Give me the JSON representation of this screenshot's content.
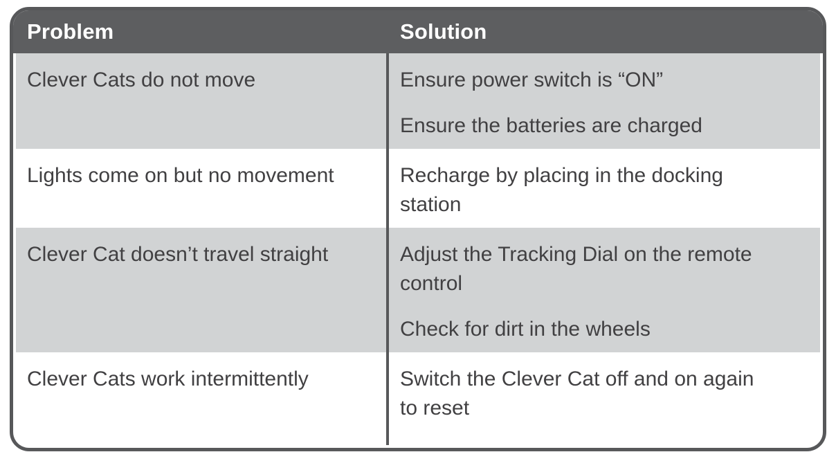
{
  "table": {
    "header": {
      "problem_label": "Problem",
      "solution_label": "Solution"
    },
    "rows": [
      {
        "problem": "Clever Cats do not move",
        "solutions": [
          "Ensure power switch is “ON”",
          "Ensure the batteries are charged"
        ]
      },
      {
        "problem": "Lights come on but no movement",
        "solutions": [
          "Recharge by placing in the docking station"
        ]
      },
      {
        "problem": "Clever Cat doesn’t travel straight",
        "solutions": [
          "Adjust the Tracking Dial on the remote control",
          "Check for dirt in the wheels"
        ]
      },
      {
        "problem": "Clever Cats work intermittently",
        "solutions": [
          "Switch the Clever Cat off and on again to reset"
        ]
      }
    ],
    "colors": {
      "header_background": "#5d5e60",
      "border": "#57585a",
      "divider": "#57585a",
      "shaded_row_background": "#d1d3d4",
      "white_row_background": "#ffffff",
      "header_text": "#ffffff",
      "body_text": "#414042"
    }
  }
}
